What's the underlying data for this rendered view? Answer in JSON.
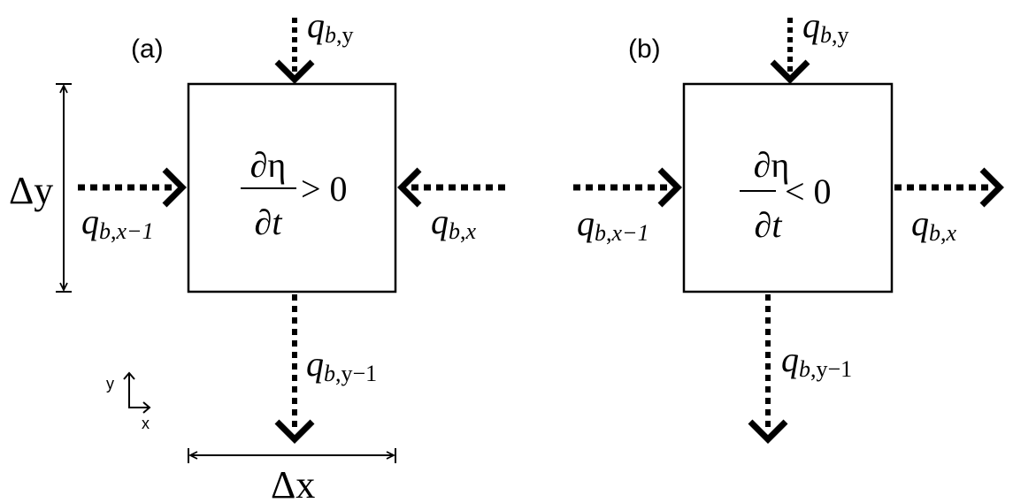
{
  "panels": [
    {
      "label": "(a)",
      "equation": {
        "numerator": "∂η",
        "denominator": "∂t",
        "relation": "> 0"
      },
      "fluxes": {
        "top": {
          "q": "q",
          "sub": "b",
          "comma": ",",
          "index": "y",
          "direction": "in"
        },
        "left": {
          "q": "q",
          "sub": "b",
          "comma": ",",
          "index": "x−1",
          "direction": "in"
        },
        "right": {
          "q": "q",
          "sub": "b",
          "comma": ",",
          "index": "x",
          "direction": "in"
        },
        "bottom": {
          "q": "q",
          "sub": "b",
          "comma": ",",
          "index": "y−1",
          "direction": "out"
        }
      },
      "dimensions": {
        "height": "Δy",
        "width": "Δx"
      },
      "axes": {
        "x": "x",
        "y": "y"
      }
    },
    {
      "label": "(b)",
      "equation": {
        "numerator": "∂η",
        "denominator": "∂t",
        "relation": "< 0"
      },
      "fluxes": {
        "top": {
          "q": "q",
          "sub": "b",
          "comma": ",",
          "index": "y",
          "direction": "in"
        },
        "left": {
          "q": "q",
          "sub": "b",
          "comma": ",",
          "index": "x−1",
          "direction": "in"
        },
        "right": {
          "q": "q",
          "sub": "b",
          "comma": ",",
          "index": "x",
          "direction": "out"
        },
        "bottom": {
          "q": "q",
          "sub": "b",
          "comma": ",",
          "index": "y−1",
          "direction": "out"
        }
      }
    }
  ],
  "colors": {
    "stroke": "#000000",
    "background": "#ffffff"
  }
}
